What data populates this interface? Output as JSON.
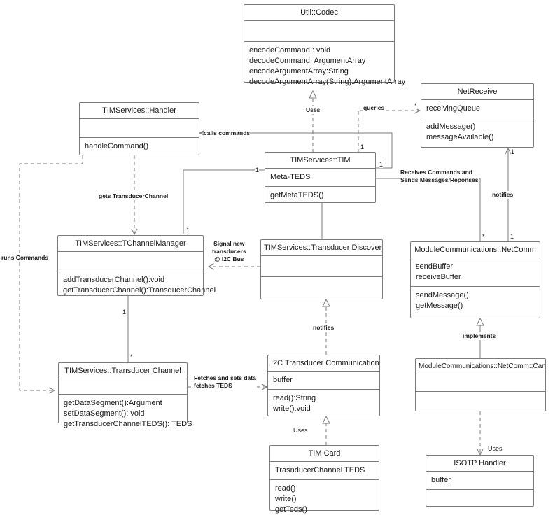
{
  "diagram": {
    "title": "TIM Services UML Class Diagram",
    "stroke_color": "#7b7b7b",
    "text_color": "#1a1a1a",
    "background": "#ffffff"
  },
  "classes": [
    {
      "id": "codec",
      "name": "Util::Codec",
      "attributes": [],
      "operations": [
        "encodeCommand : void",
        "decodeCommand: ArgumentArray",
        "encodeArgumentArray:String",
        "decodeArgumentArray(String):ArgumentArray"
      ]
    },
    {
      "id": "netreceive",
      "name": "NetReceive",
      "attributes": [
        "receivingQueue"
      ],
      "operations": [
        "addMessage()",
        "messageAvailable()"
      ]
    },
    {
      "id": "handler",
      "name": "TIMServices::Handler",
      "attributes": [],
      "operations": [
        "handleCommand()"
      ]
    },
    {
      "id": "tim",
      "name": "TIMServices::TIM",
      "attributes": [
        "Meta-TEDS"
      ],
      "operations": [
        "getMetaTEDS()"
      ]
    },
    {
      "id": "tchannelmanager",
      "name": "TIMServices::TChannelManager",
      "attributes": [],
      "operations": [
        "addTransducerChannel():void",
        "getTransducerChannel():TransducerChannel"
      ]
    },
    {
      "id": "discovery",
      "name": "TIMServices::Transducer Discovery",
      "attributes": [],
      "operations": []
    },
    {
      "id": "netcomm",
      "name": "ModuleCommunications::NetComm",
      "attributes": [
        "sendBuffer",
        "receiveBuffer"
      ],
      "operations": [
        "sendMessage()",
        "getMessage()"
      ]
    },
    {
      "id": "transducerchannel",
      "name": "TIMServices::Transducer Channel",
      "attributes": [],
      "operations": [
        "getDataSegment():Argument",
        "setDataSegment(): void",
        "getTransducerChannelTEDS(): TEDS"
      ]
    },
    {
      "id": "i2c",
      "name": "I2C Transducer Communication",
      "attributes": [
        "buffer"
      ],
      "operations": [
        "read():String",
        "write():void"
      ]
    },
    {
      "id": "netcommcan",
      "name": "ModuleCommunications::NetComm::Can",
      "attributes": [],
      "operations": []
    },
    {
      "id": "timcard",
      "name": "TIM Card",
      "attributes": [
        "TrasnducerChannel TEDS"
      ],
      "operations": [
        "read()",
        "write()",
        "getTeds()"
      ]
    },
    {
      "id": "isotp",
      "name": "ISOTP Handler",
      "attributes": [
        "buffer"
      ],
      "operations": []
    }
  ],
  "edge_labels": {
    "uses_codec": "Uses",
    "queries": "queries",
    "calls_commands": "calls commands",
    "gets_transducer_channel": "gets TransducerChannel",
    "runs_commands": "runs Commands",
    "receives_commands_line1": "Receives Commands and",
    "receives_commands_line2": "Sends Messages/Reponses",
    "notifies_netcomm": "notifies",
    "signal_line1": "Signal new",
    "signal_line2": "transducers",
    "signal_line3": "@ I2C Bus",
    "notifies_discovery": "notifies",
    "fetches_line1": "Fetches and sets data",
    "fetches_line2": "fetches TEDS",
    "implements": "implements",
    "uses_timcard": "Uses",
    "uses_isotp": "Uses"
  },
  "multiplicities": {
    "tim_left": "1",
    "tim_right": "1",
    "tim_top_queries": "1",
    "tchannelmanager_right": "1",
    "tchannelmanager_bottom": "1",
    "transducerchannel_top": "*",
    "netcomm_top_star": "*",
    "netcomm_top_one": "1",
    "netreceive_left_star": "*",
    "netreceive_bottom_one": "1"
  }
}
